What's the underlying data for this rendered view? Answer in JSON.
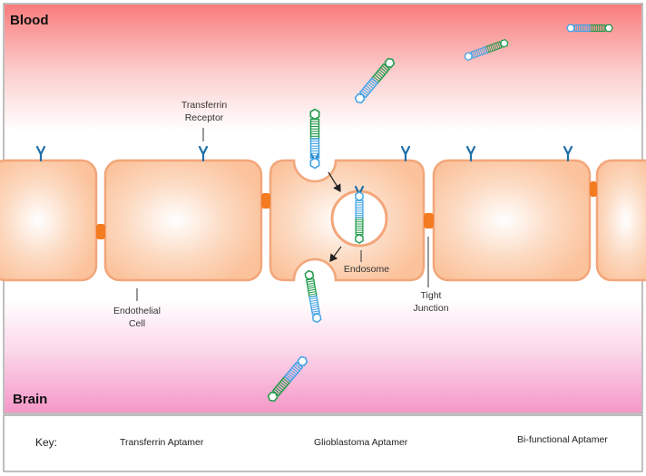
{
  "regions": {
    "top_label": "Blood",
    "bottom_label": "Brain"
  },
  "labels": {
    "receptor_line1": "Transferrin",
    "receptor_line2": "Receptor",
    "cell_line1": "Endothelial",
    "cell_line2": "Cell",
    "endosome": "Endosome",
    "junction_line1": "Tight",
    "junction_line2": "Junction"
  },
  "key": {
    "title": "Key:",
    "transferrin": "Transferrin Aptamer",
    "glioblastoma": "Glioblastoma Aptamer",
    "bifunctional": "Bi-functional Aptamer"
  },
  "colors": {
    "blood_gradient": "#f97c7c",
    "brain_gradient": "#f59ac8",
    "cell_fill": "#fbc8a5",
    "cell_border": "#f3a67a",
    "junction": "#f47b20",
    "receptor": "#1f6fa8",
    "transferrin_aptamer": "#3fa3e6",
    "glioblastoma_aptamer": "#1e9a4a"
  }
}
